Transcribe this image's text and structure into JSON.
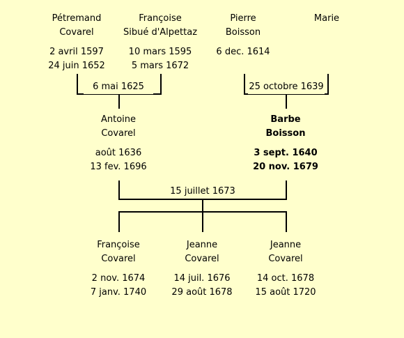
{
  "generation1": [
    {
      "first": "Pétremand",
      "last": "Covarel",
      "birth": "2 avril 1597",
      "death": "24 juin 1652"
    },
    {
      "first": "Françoise",
      "last": "Sibué d'Alpettaz",
      "birth": "10 mars 1595",
      "death": "5 mars 1672"
    },
    {
      "first": "Pierre",
      "last": "Boisson",
      "birth": "6 dec. 1614",
      "death": ""
    },
    {
      "first": "Marie",
      "last": "",
      "birth": "",
      "death": ""
    }
  ],
  "generation2": [
    {
      "first": "Antoine",
      "last": "Covarel",
      "birth": "août 1636",
      "death": "13 fev. 1696"
    },
    {
      "first": "Barbe",
      "last": "Boisson",
      "birth": "3 sept. 1640",
      "death": "20 nov. 1679",
      "highlighted": true
    }
  ],
  "generation3": [
    {
      "first": "Françoise",
      "last": "Covarel",
      "birth": "2 nov. 1674",
      "death": "7 janv. 1740"
    },
    {
      "first": "Jeanne",
      "last": "Covarel",
      "birth": "14 juil. 1676",
      "death": "29 août 1678"
    },
    {
      "first": "Jeanne",
      "last": "Covarel",
      "birth": "14 oct. 1678",
      "death": "15 août 1720"
    }
  ],
  "marriages": {
    "antoine_parents": "6 mai 1625",
    "barbe_parents": "25 octobre 1639",
    "antoine_barbe": "15 juillet 1673"
  },
  "colors": {
    "background": "#ffffcc",
    "lines": "#000000"
  }
}
